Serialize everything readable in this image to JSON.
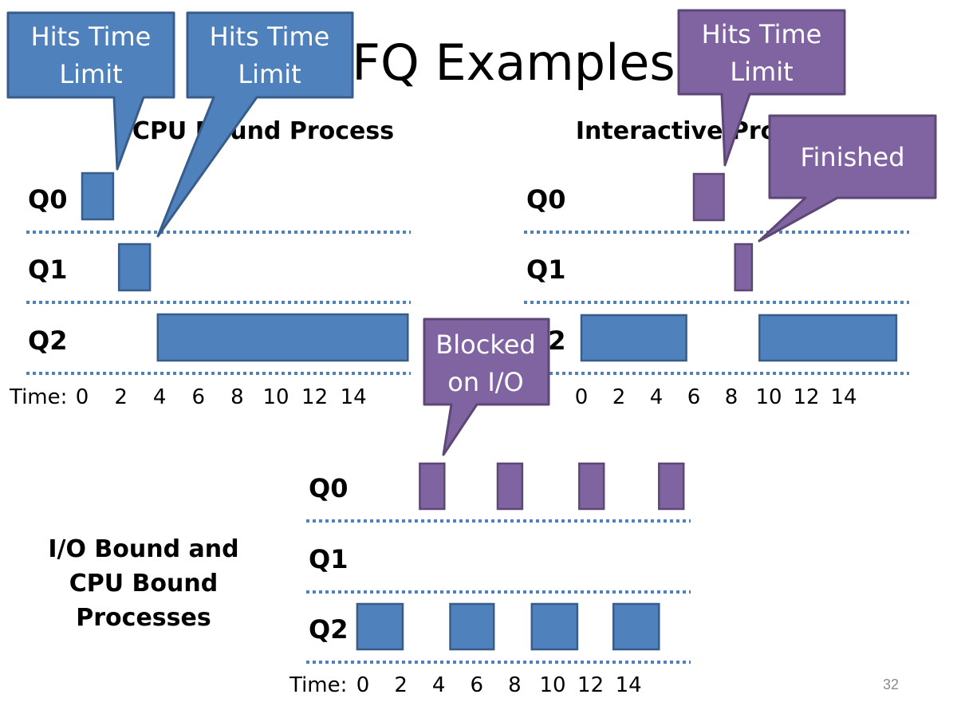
{
  "title": "MLFQ Examples",
  "page_number": "32",
  "colors": {
    "blue": "#4f81bd",
    "blue_dark": "#385d8a",
    "purple": "#8064a2",
    "purple_dark": "#5c4776",
    "dots": "#4f81bd"
  },
  "time_label": "Time:",
  "tick_values": [
    0,
    2,
    4,
    6,
    8,
    10,
    12,
    14
  ],
  "queue_labels": [
    "Q0",
    "Q1",
    "Q2"
  ],
  "panels": [
    {
      "id": "cpu-bound",
      "subtitle": "CPU Bound Process",
      "bars": [
        {
          "queue": 0,
          "start": 0.0,
          "end": 1.6,
          "color": "blue"
        },
        {
          "queue": 1,
          "start": 1.9,
          "end": 3.5,
          "color": "blue"
        },
        {
          "queue": 2,
          "start": 3.9,
          "end": 16.8,
          "color": "blue"
        }
      ]
    },
    {
      "id": "interactive",
      "subtitle": "Interactive Process",
      "bars": [
        {
          "queue": 0,
          "start": 6.0,
          "end": 7.6,
          "color": "purple"
        },
        {
          "queue": 1,
          "start": 8.2,
          "end": 9.1,
          "color": "purple"
        },
        {
          "queue": 2,
          "start": 0.0,
          "end": 5.6,
          "color": "blue"
        },
        {
          "queue": 2,
          "start": 9.5,
          "end": 16.8,
          "color": "blue"
        }
      ]
    },
    {
      "id": "io-cpu",
      "subtitle": "",
      "bars": [
        {
          "queue": 0,
          "start": 3.0,
          "end": 4.3,
          "color": "purple"
        },
        {
          "queue": 0,
          "start": 7.1,
          "end": 8.4,
          "color": "purple"
        },
        {
          "queue": 0,
          "start": 11.4,
          "end": 12.7,
          "color": "purple"
        },
        {
          "queue": 0,
          "start": 15.6,
          "end": 16.9,
          "color": "purple"
        },
        {
          "queue": 2,
          "start": -0.3,
          "end": 2.1,
          "color": "blue"
        },
        {
          "queue": 2,
          "start": 4.6,
          "end": 6.9,
          "color": "blue"
        },
        {
          "queue": 2,
          "start": 8.9,
          "end": 11.3,
          "color": "blue"
        },
        {
          "queue": 2,
          "start": 13.2,
          "end": 15.6,
          "color": "blue"
        }
      ]
    }
  ],
  "side_label": [
    "I/O Bound and",
    "CPU Bound",
    "Processes"
  ],
  "callouts": {
    "hits1": [
      "Hits Time",
      "Limit"
    ],
    "hits2": [
      "Hits Time",
      "Limit"
    ],
    "hits3": [
      "Hits Time",
      "Limit"
    ],
    "finished": [
      "Finished"
    ],
    "blocked": [
      "Blocked",
      "on I/O"
    ]
  }
}
